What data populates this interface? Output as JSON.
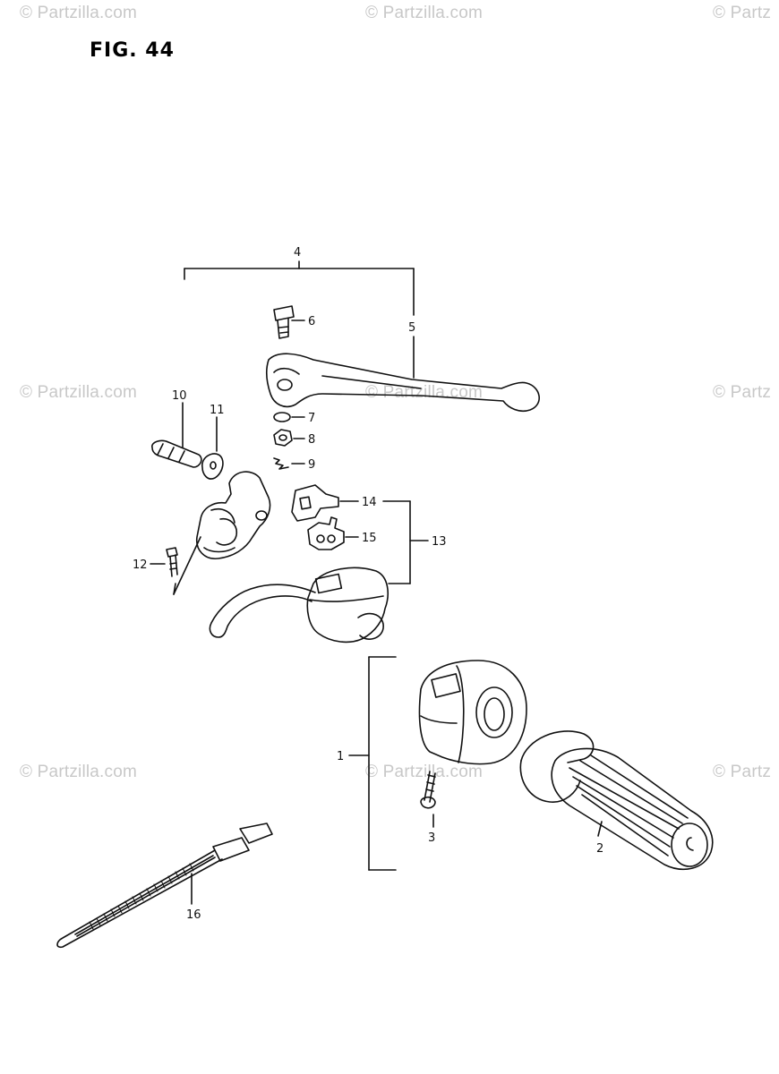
{
  "figure": {
    "title": "FIG. 44"
  },
  "watermark_text": "© Partzilla.com",
  "watermark_partial": "© Partz",
  "callouts": {
    "c1": "1",
    "c2": "2",
    "c3": "3",
    "c4": "4",
    "c5": "5",
    "c6": "6",
    "c7": "7",
    "c8": "8",
    "c9": "9",
    "c10": "10",
    "c11": "11",
    "c12": "12",
    "c13": "13",
    "c14": "14",
    "c15": "15",
    "c16": "16"
  },
  "colors": {
    "ink": "#111111",
    "watermark": "#c8c8c8"
  }
}
